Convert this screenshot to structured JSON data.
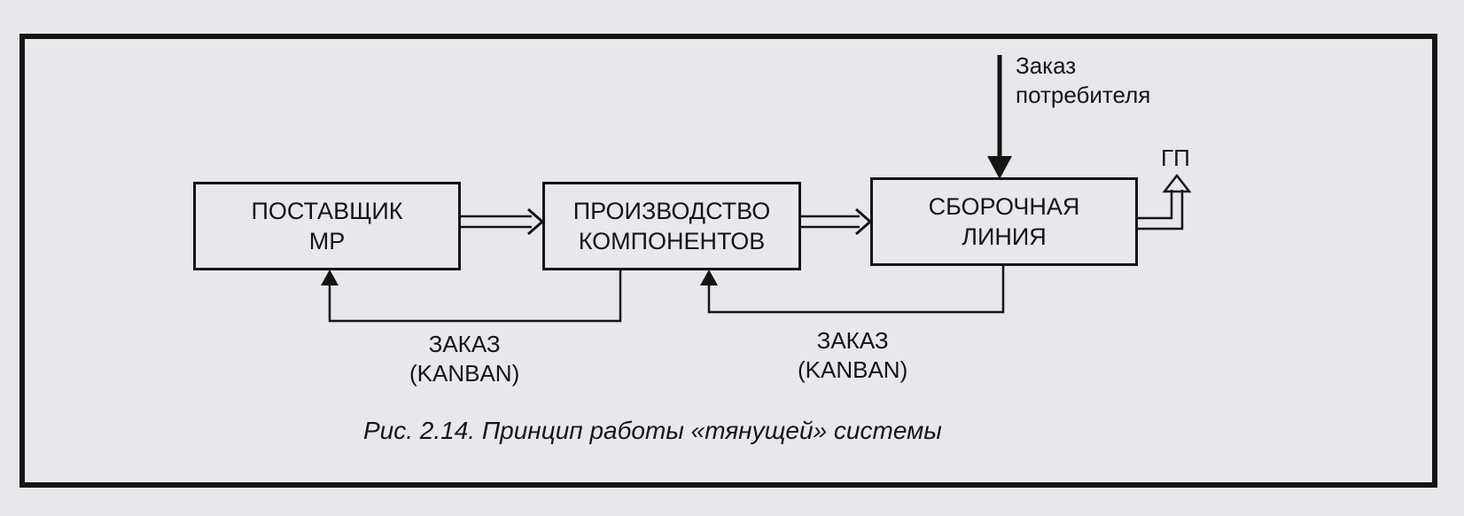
{
  "boxes": {
    "supplier": {
      "line1": "ПОСТАВЩИК",
      "line2": "МР"
    },
    "production": {
      "line1": "ПРОИЗВОДСТВО",
      "line2": "КОМПОНЕНТОВ"
    },
    "assembly": {
      "line1": "СБОРОЧНАЯ",
      "line2": "ЛИНИЯ"
    }
  },
  "labels": {
    "customer_order": {
      "line1": "Заказ",
      "line2": "потребителя"
    },
    "finished_goods": "ГП",
    "order_kanban_1": {
      "line1": "ЗАКАЗ",
      "line2": "(KANBAN)"
    },
    "order_kanban_2": {
      "line1": "ЗАКАЗ",
      "line2": "(KANBAN)"
    }
  },
  "caption": "Рис. 2.14. Принцип работы «тянущей» системы"
}
